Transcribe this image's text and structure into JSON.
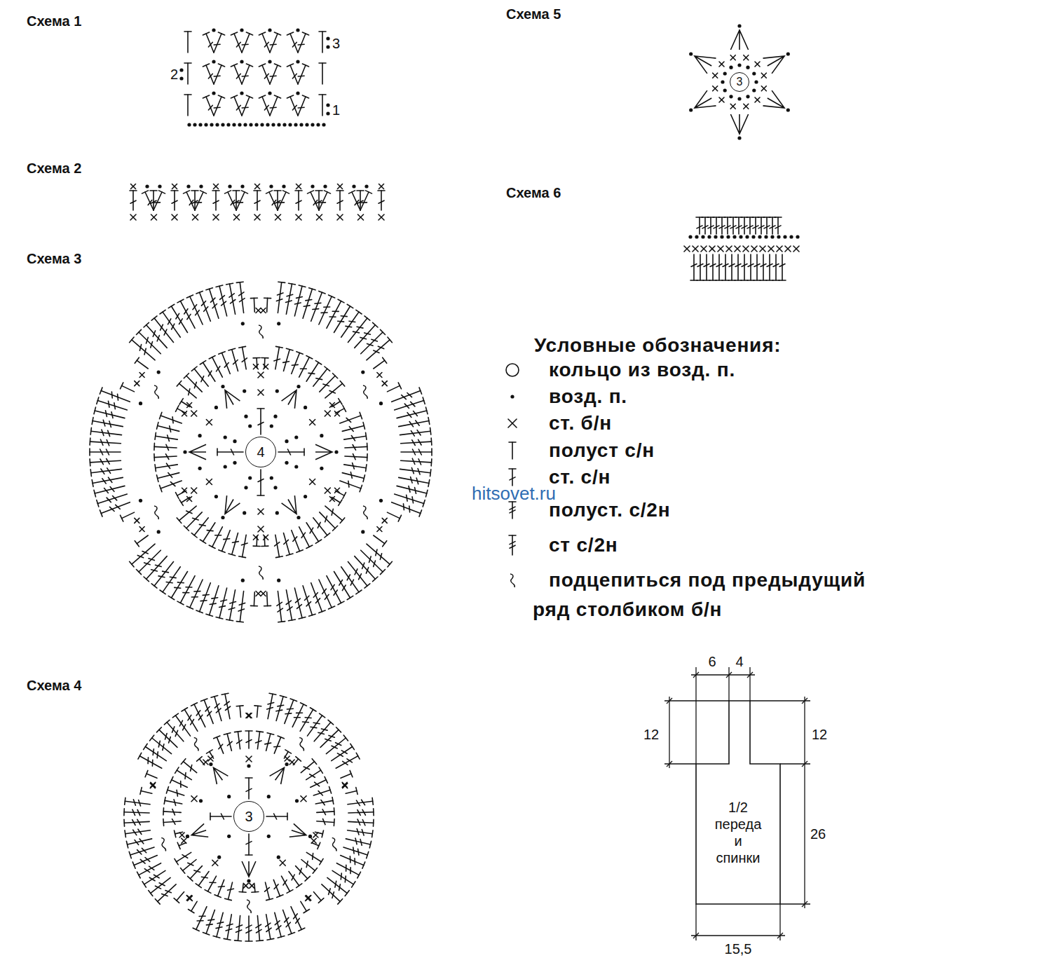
{
  "diagram": {
    "nodes": [
      {
        "text": [
          "4"
        ]
      },
      {
        "text": [
          "3"
        ]
      },
      {
        "text": [
          "3"
        ]
      },
      {
        "text": [
          "1/2 переда и спинки"
        ]
      }
    ],
    "labels": [
      "Схема 1",
      "3",
      "2",
      "1",
      "Схема 2",
      "Схема 3",
      "Схема 4",
      "Схема 5",
      "Схема 6",
      "Условные обозначения:",
      "hitsovet.ru",
      "6",
      "4",
      "12",
      "12",
      "26",
      "15,5"
    ],
    "legend": [
      {
        "text": "кольцо из возд. п."
      },
      {
        "text": "возд. п."
      },
      {
        "text": "ст. б/н"
      },
      {
        "text": "полуст с/н"
      },
      {
        "text": "ст. с/н"
      },
      {
        "text": "полуст. с/2н"
      },
      {
        "text": "ст с/2н"
      },
      {
        "text": "подцепиться под предыдущий ряд столбиком б/н"
      }
    ]
  }
}
